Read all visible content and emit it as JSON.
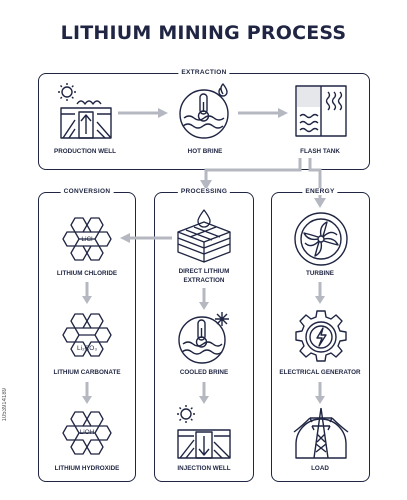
{
  "title": "LITHIUM MINING PROCESS",
  "panels": {
    "extraction": "EXTRACTION",
    "conversion": "CONVERSION",
    "processing": "PROCESSING",
    "energy": "ENERGY"
  },
  "steps": {
    "production_well": "PRODUCTION WELL",
    "hot_brine": "HOT BRINE",
    "flash_tank": "FLASH TANK",
    "lithium_chloride": "LITHIUM CHLORIDE",
    "lithium_carbonate": "LITHIUM CARBONATE",
    "lithium_hydroxide": "LITHIUM HYDROXIDE",
    "direct_lithium_extraction_1": "DIRECT LITHIUM",
    "direct_lithium_extraction_2": "EXTRACTION",
    "cooled_brine": "COOLED BRINE",
    "injection_well": "INJECTION WELL",
    "turbine": "TURBINE",
    "electrical_generator": "ELECTRICAL GENERATOR",
    "load": "LOAD"
  },
  "formulas": {
    "licl": "LiCl",
    "li2co3": "Li₂CO₃",
    "lioh": "LiOH"
  },
  "side_text": "1053914189",
  "colors": {
    "ink": "#1f2542",
    "arrow": "#b5b8c0"
  }
}
